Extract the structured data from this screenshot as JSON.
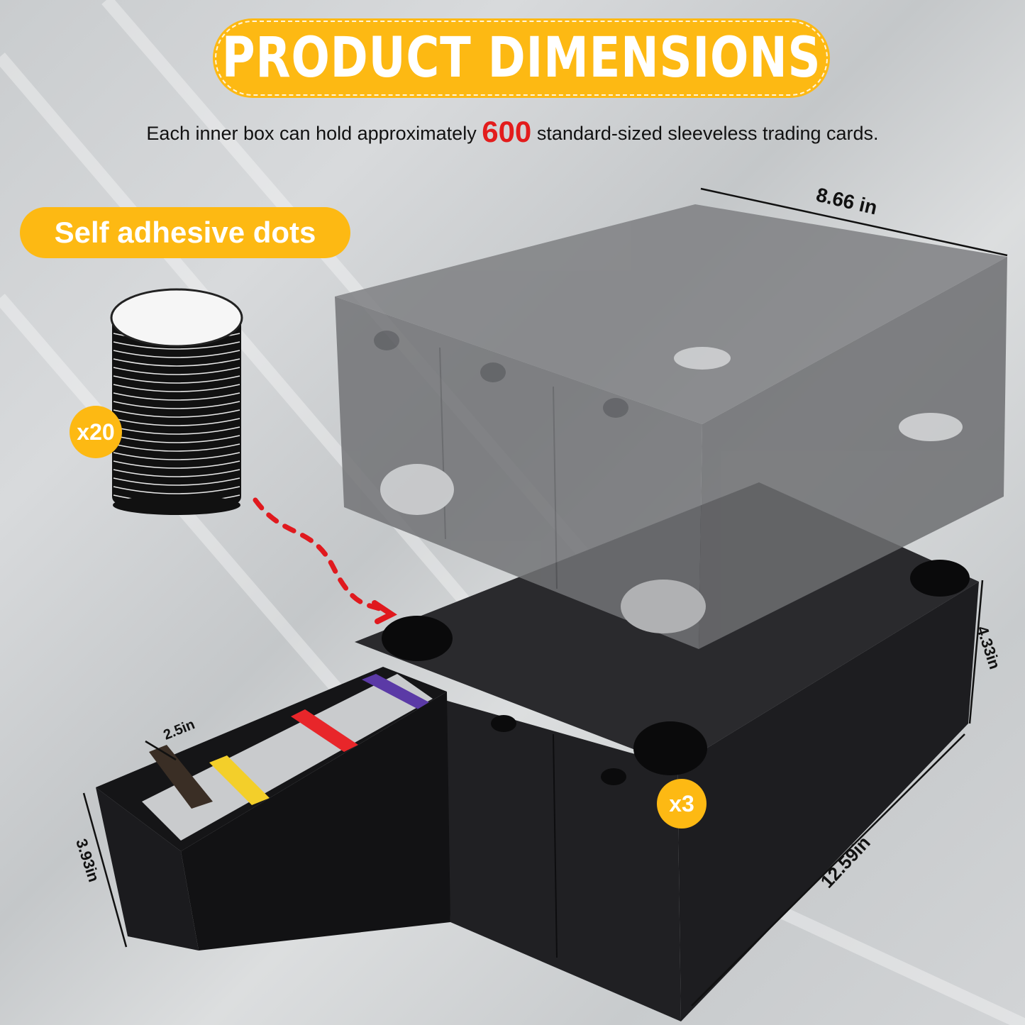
{
  "header": {
    "title": "PRODUCT DIMENSIONS",
    "subtitle_before": "Each inner box can hold approximately",
    "subtitle_count": "600",
    "subtitle_after": "standard-sized sleeveless trading cards."
  },
  "accessory": {
    "label": "Self adhesive dots",
    "quantity_badge": "x20"
  },
  "product": {
    "inner_box_badge": "x3",
    "dimensions": {
      "width": "8.66 in",
      "height": "4.33in",
      "length": "12.59in",
      "drawer_height": "3.93in",
      "card_height": "2.5in"
    },
    "divider_colors": [
      "#f3cf2a",
      "#e8262a",
      "#5b3aa6"
    ]
  },
  "colors": {
    "accent": "#fdb913",
    "highlight_red": "#e31c1c",
    "box_black": "#232326",
    "lid_gray": "#7a7b7e"
  }
}
